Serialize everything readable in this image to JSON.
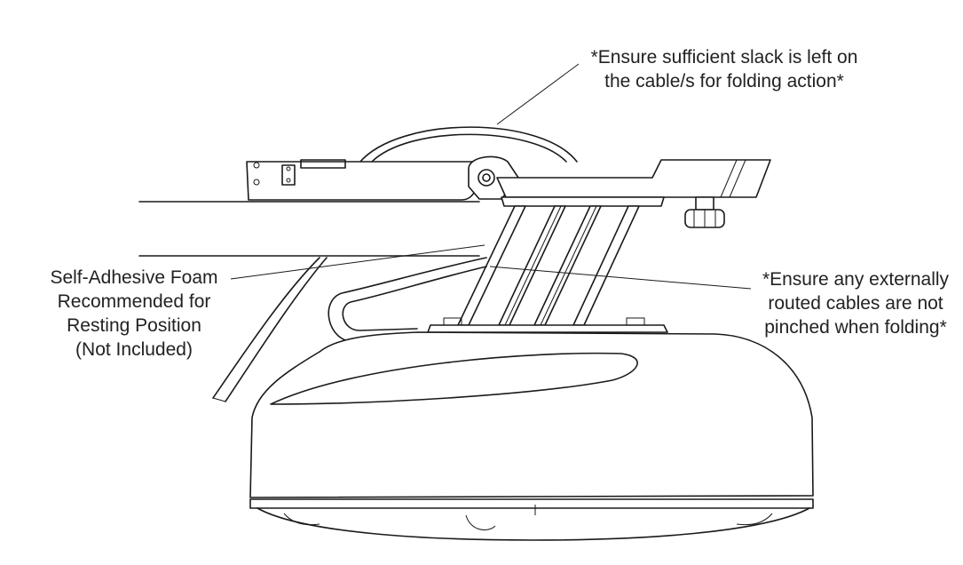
{
  "callouts": {
    "slack": {
      "line1": "*Ensure sufficient slack is left on",
      "line2": "the cable/s for folding action*"
    },
    "foam": {
      "line1": "Self-Adhesive Foam",
      "line2": "Recommended for",
      "line3": "Resting Position",
      "line4": "(Not Included)"
    },
    "cables": {
      "line1": "*Ensure any externally",
      "line2": "routed cables are not",
      "line3": "pinched when folding*"
    }
  },
  "colors": {
    "line": "#1a1a1a",
    "text": "#222222",
    "background": "#ffffff"
  }
}
